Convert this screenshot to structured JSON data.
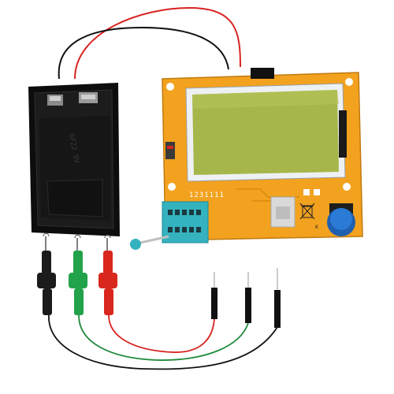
{
  "pcb": {
    "silkscreen_label": "1231111",
    "button_mark": "K",
    "board_color": "#f2a21e",
    "lcd_color": "#a7b64a"
  },
  "battery_holder": {
    "embossed_text": "6F22 9V"
  },
  "wires": {
    "red": "#d8231f",
    "black": "#111111",
    "green": "#1f8a3c"
  },
  "clips": {
    "colors": [
      "#1b1b1b",
      "#22a24a",
      "#d9271e"
    ]
  },
  "icons": [
    "recycle-bin-crossed-icon",
    "pin-socket-icon"
  ]
}
